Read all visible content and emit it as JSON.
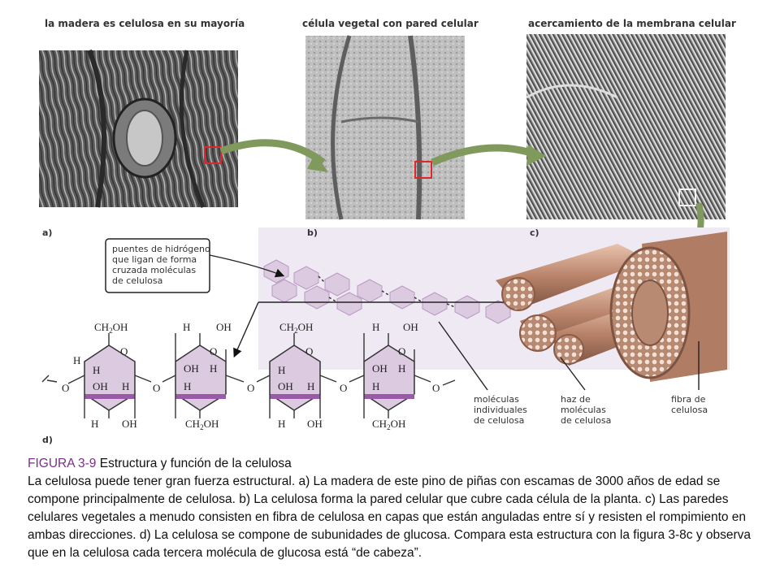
{
  "panels": {
    "title_a": "la madera es celulosa en su mayoría",
    "title_b": "célula vegetal con pared celular",
    "title_c": "acercamiento de la membrana celular",
    "label_a": "a)",
    "label_b": "b)",
    "label_c": "c)",
    "label_d": "d)"
  },
  "callouts": {
    "hydrogen_bridges": [
      "puentes de hidrógeno",
      "que ligan de forma",
      "cruzada moléculas",
      "de celulosa"
    ],
    "molecules": [
      "moléculas",
      "individuales",
      "de celulosa"
    ],
    "bundle": [
      "haz de",
      "moléculas",
      "de celulosa"
    ],
    "fiber": [
      "fibra de",
      "celulosa"
    ]
  },
  "molecule_labels": {
    "ch2oh": "CH2OH",
    "h": "H",
    "oh": "OH",
    "o": "O"
  },
  "caption": {
    "figure_label": "FIGURA 3-9",
    "figure_title": " Estructura y función de la celulosa",
    "body": "La celulosa puede tener gran fuerza estructural. a) La madera de este pino de piñas con escamas de 3000 años de edad se compone principalmente de celulosa. b) La celulosa forma la pared celular que cubre cada célula de la planta. c) Las paredes celulares vegetales a menudo consisten en fibra de celulosa en capas que están anguladas entre sí y resisten el rompimiento en ambas direcciones. d) La celulosa se compone de subunidades de glucosa. Compara esta estructura con la figura 3-8c y observa que en la celulosa cada tercera molécula de glucosa está “de cabeza”."
  },
  "colors": {
    "accent_purple": "#7a2f88",
    "ring_fill": "#dccbe0",
    "ring_edge": "#9b5aa8",
    "arrow_green": "#7f9a5c",
    "highlight_red": "#e0262b",
    "fiber_brown": "#c89a80",
    "band_bg": "#efe9f3"
  }
}
